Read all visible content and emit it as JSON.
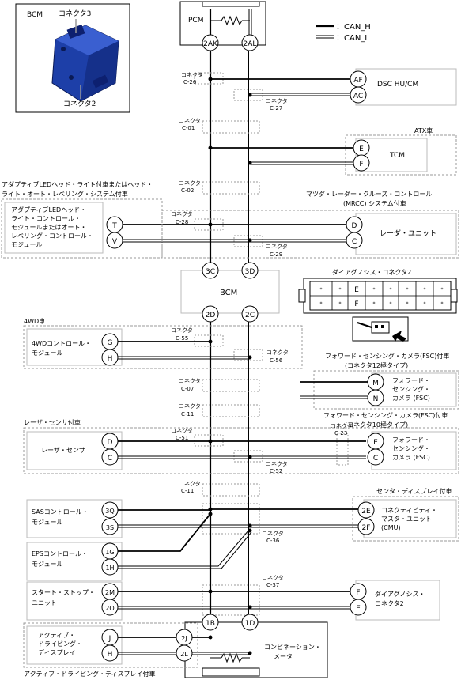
{
  "legend": {
    "can_h": "：CAN_H",
    "can_l": "：CAN_L"
  },
  "top": {
    "bcm_label": "BCM",
    "connector3": "コネクタ3",
    "connector2": "コネクタ2",
    "pcm": "PCM",
    "pcm_pin_h": "2AK",
    "pcm_pin_l": "2AL"
  },
  "connectors": {
    "c26": [
      "コネクタ",
      "C-26"
    ],
    "c27": [
      "コネクタ",
      "C-27"
    ],
    "c01": [
      "コネクタ",
      "C-01"
    ],
    "c02": [
      "コネクタ",
      "C-02"
    ],
    "c28": [
      "コネクタ",
      "C-28"
    ],
    "c29": [
      "コネクタ",
      "C-29"
    ],
    "c55": [
      "コネクタ",
      "C-55"
    ],
    "c56": [
      "コネクタ",
      "C-56"
    ],
    "c07": [
      "コネクタ",
      "C-07"
    ],
    "c11a": [
      "コネクタ",
      "C-11"
    ],
    "c51": [
      "コネクタ",
      "C-51"
    ],
    "c52": [
      "コネクタ",
      "C-52"
    ],
    "c23": [
      "コネクタ",
      "C-23"
    ],
    "c11b": [
      "コネクタ",
      "C-11"
    ],
    "c36": [
      "コネクタ",
      "C-36"
    ],
    "c37": [
      "コネクタ",
      "C-37"
    ]
  },
  "dsc": {
    "pin_h": "AF",
    "pin_l": "AC",
    "label": "DSC HU/CM"
  },
  "tcm": {
    "note": "ATX車",
    "pin_h": "E",
    "pin_l": "F",
    "label": "TCM"
  },
  "led": {
    "note": [
      "アダプティブLEDヘッド・ライト付車またはヘッド・",
      "ライト・オート・レベリング・システム付車"
    ],
    "label": [
      "アダプティブLEDヘッド・",
      "ライト・コントロール・",
      "モジュールまたはオート・",
      "レベリング・コントロール・",
      "モジュール"
    ],
    "pin_h": "T",
    "pin_l": "V"
  },
  "radar": {
    "note": [
      "マツダ・レーダー・クルーズ・コントロール",
      "(MRCC) システム付車"
    ],
    "pin_h": "D",
    "pin_l": "C",
    "label": "レーダ・ユニット"
  },
  "bcm": {
    "label": "BCM",
    "pin_top_h": "3C",
    "pin_top_l": "3D",
    "pin_bot_h": "2D",
    "pin_bot_l": "2C"
  },
  "diag_top": {
    "title": "ダイアグノシス・コネクタ2",
    "pin_e": "E",
    "pin_f": "F"
  },
  "fourwd": {
    "note": "4WD車",
    "label": [
      "4WDコントロール・",
      "モジュール"
    ],
    "pin_h": "G",
    "pin_l": "H"
  },
  "fsc12": {
    "note": [
      "フォワード・センシング・カメラ(FSC)付車",
      "(コネクタ12極タイプ)"
    ],
    "pin_h": "M",
    "pin_l": "N",
    "label": [
      "フォワード・",
      "センシング・",
      "カメラ (FSC)"
    ]
  },
  "laser": {
    "note": "レーザ・センサ付車",
    "label": "レーザ・センサ",
    "pin_h": "D",
    "pin_l": "C"
  },
  "fsc10": {
    "note": [
      "フォワード・センシング・カメラ(FSC)付車",
      "(コネクタ10極タイプ)"
    ],
    "pin_h": "E",
    "pin_l": "C",
    "label": [
      "フォワード・",
      "センシング・",
      "カメラ (FSC)"
    ]
  },
  "cmu": {
    "note": "センタ・ディスプレイ付車",
    "pin_h": "2E",
    "pin_l": "2F",
    "label": [
      "コネクティビティ・",
      "マスタ・ユニット",
      "(CMU)"
    ]
  },
  "sas": {
    "label": [
      "SASコントロール・",
      "モジュール"
    ],
    "pin_h": "3Q",
    "pin_l": "3S"
  },
  "eps": {
    "label": [
      "EPSコントロール・",
      "モジュール"
    ],
    "pin_h": "1G",
    "pin_l": "1H"
  },
  "ss": {
    "label": [
      "スタート・ストップ・",
      "ユニット"
    ],
    "pin_h": "2M",
    "pin_l": "2O"
  },
  "diag2": {
    "pin_h": "F",
    "pin_l": "E",
    "label": [
      "ダイアグノシス・",
      "コネクタ2"
    ]
  },
  "meter": {
    "pin_top_h": "1B",
    "pin_top_l": "1D",
    "pin_h": "2J",
    "pin_l": "2L",
    "label": [
      "コンビネーション・",
      "メータ"
    ]
  },
  "add": {
    "label": [
      "アクティブ・",
      "ドライビング・",
      "ディスプレイ"
    ],
    "pin_h": "J",
    "pin_l": "H",
    "note": "アクティブ・ドライビング・ディスプレイ付車"
  }
}
